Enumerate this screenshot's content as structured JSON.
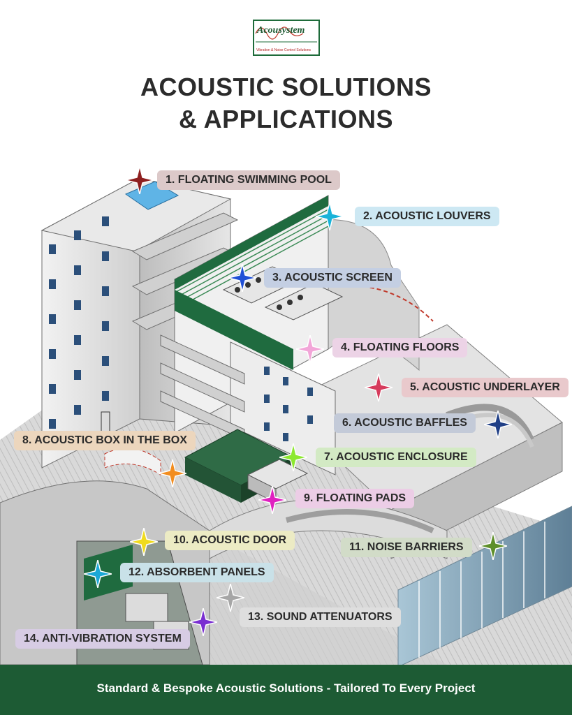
{
  "logo": {
    "name": "Acousystem",
    "tagline": "Vibration & Noise Control Solutions",
    "color": "#1e5b33"
  },
  "title": {
    "line1": "ACOUSTIC SOLUTIONS",
    "line2": "& APPLICATIONS"
  },
  "labels": [
    {
      "text": "1. FLOATING SWIMMING POOL",
      "bg": "#dcc9c9",
      "star": "#8e1f1f"
    },
    {
      "text": "2. ACOUSTIC LOUVERS",
      "bg": "#cde8f3",
      "star": "#19b3d9"
    },
    {
      "text": "3. ACOUSTIC SCREEN",
      "bg": "#c4cfe3",
      "star": "#1f4fd6"
    },
    {
      "text": "4. FLOATING FLOORS",
      "bg": "#ecd3e6",
      "star": "#f2a6d8"
    },
    {
      "text": "5. ACOUSTIC UNDERLAYER",
      "bg": "#e9c9cc",
      "star": "#d63b5c"
    },
    {
      "text": "6. ACOUSTIC BAFFLES",
      "bg": "#c3cad8",
      "star": "#203f86"
    },
    {
      "text": "7. ACOUSTIC ENCLOSURE",
      "bg": "#d3eac4",
      "star": "#8ce82f"
    },
    {
      "text": "8. ACOUSTIC BOX IN THE BOX",
      "bg": "#ecd6bd",
      "star": "#f28d1f"
    },
    {
      "text": "9. FLOATING PADS",
      "bg": "#eccde6",
      "star": "#e020c0"
    },
    {
      "text": "10. ACOUSTIC DOOR",
      "bg": "#ecebc4",
      "star": "#f0db1f"
    },
    {
      "text": "11. NOISE BARRIERS",
      "bg": "#d2dcc8",
      "star": "#5e8f2a"
    },
    {
      "text": "12. ABSORBENT PANELS",
      "bg": "#c9e1e8",
      "star": "#1ba8d6"
    },
    {
      "text": "13. SOUND ATTENUATORS",
      "bg": "#dedede",
      "star": "#a6a6a6"
    },
    {
      "text": "14. ANTI-VIBRATION SYSTEM",
      "bg": "#d7cce4",
      "star": "#7a2fd1"
    }
  ],
  "footer": {
    "text": "Standard & Bespoke Acoustic Solutions - Tailored To Every Project",
    "bg": "#1d5b34"
  }
}
